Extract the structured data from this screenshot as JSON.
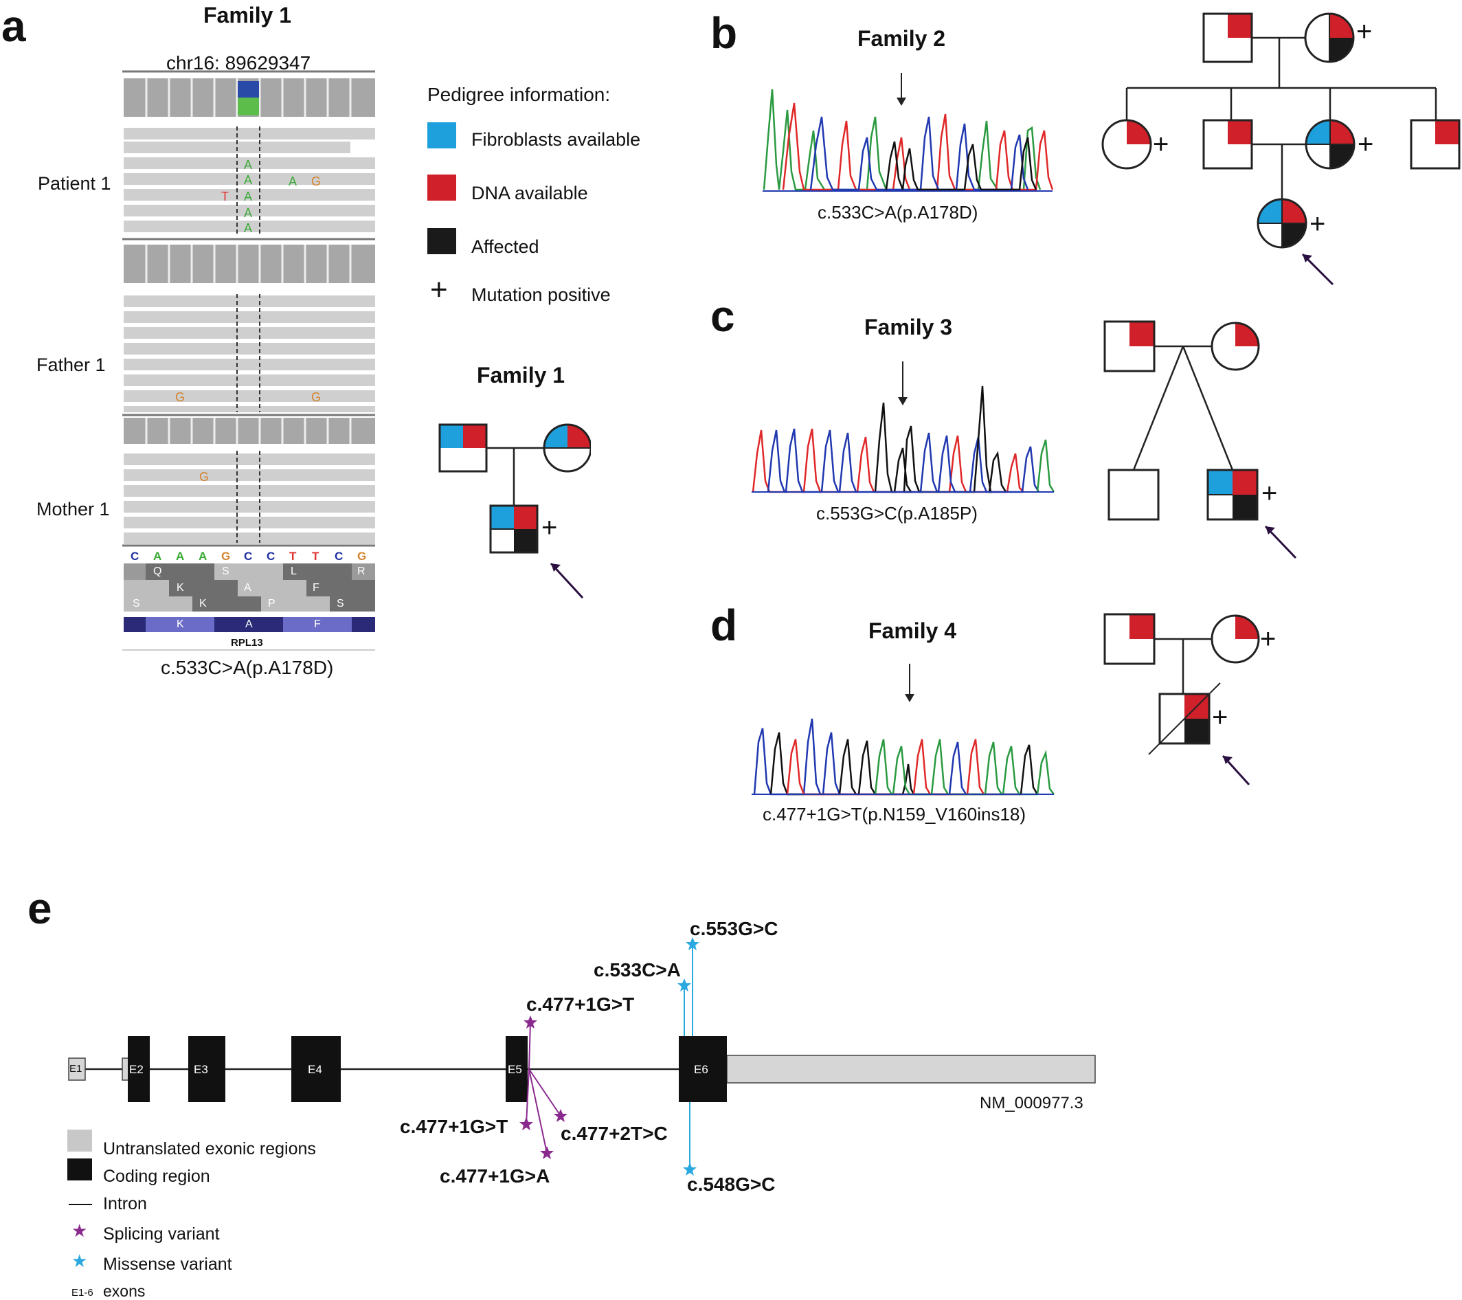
{
  "panel_labels": {
    "a": "a",
    "b": "b",
    "c": "c",
    "d": "d",
    "e": "e"
  },
  "panel_a": {
    "title": "Family 1",
    "locus": "chr16: 89629347",
    "rows": {
      "patient": "Patient 1",
      "father": "Father 1",
      "mother": "Mother 1"
    },
    "patient_bases": [
      {
        "b": "A",
        "c": "#3aaa35"
      },
      {
        "b": "A",
        "c": "#3aaa35"
      },
      {
        "b": "A",
        "c": "#3aaa35"
      },
      {
        "b": "A",
        "c": "#3aaa35"
      },
      {
        "b": "A",
        "c": "#3aaa35"
      },
      {
        "b": "A",
        "c": "#3aaa35"
      },
      {
        "b": "G",
        "c": "#d4842f"
      },
      {
        "b": "T",
        "c": "#e03030"
      }
    ],
    "father_bases": [
      {
        "b": "G",
        "c": "#d4842f"
      },
      {
        "b": "G",
        "c": "#d4842f"
      }
    ],
    "mother_bases": [
      {
        "b": "G",
        "c": "#d4842f"
      }
    ],
    "sequence": [
      {
        "b": "C",
        "c": "#2030a0"
      },
      {
        "b": "A",
        "c": "#3aaa35"
      },
      {
        "b": "A",
        "c": "#3aaa35"
      },
      {
        "b": "A",
        "c": "#3aaa35"
      },
      {
        "b": "G",
        "c": "#d4842f"
      },
      {
        "b": "C",
        "c": "#2030a0"
      },
      {
        "b": "C",
        "c": "#2030a0"
      },
      {
        "b": "T",
        "c": "#e03030"
      },
      {
        "b": "T",
        "c": "#e03030"
      },
      {
        "b": "C",
        "c": "#2030a0"
      },
      {
        "b": "G",
        "c": "#d4842f"
      }
    ],
    "aa_frame1": [
      "Q",
      "S",
      "L",
      "R"
    ],
    "aa_frame2": [
      "K",
      "A",
      "F"
    ],
    "aa_frame3": [
      "S",
      "K",
      "P",
      "S"
    ],
    "protein_track": [
      "K",
      "A",
      "F"
    ],
    "gene": "RPL13",
    "caption": "c.533C>A(p.A178D)"
  },
  "legend": {
    "title": "Pedigree information:",
    "items": [
      {
        "label": "Fibroblasts available",
        "color": "#1ea0dc"
      },
      {
        "label": "DNA available",
        "color": "#d0202a"
      },
      {
        "label": "Affected",
        "color": "#1a1a1a"
      },
      {
        "label": "Mutation positive",
        "symbol": "+"
      }
    ]
  },
  "family1_pedigree": {
    "title": "Family 1",
    "plus": "+"
  },
  "panel_b": {
    "title": "Family 2",
    "caption": "c.533C>A(p.A178D)",
    "plus": "+"
  },
  "panel_c": {
    "title": "Family 3",
    "caption": "c.553G>C(p.A185P)",
    "plus": "+"
  },
  "panel_d": {
    "title": "Family 4",
    "caption": "c.477+1G>T(p.N159_V160ins18)",
    "plus": "+"
  },
  "panel_e": {
    "exons": [
      "E1",
      "E2",
      "E3",
      "E4",
      "E5",
      "E6"
    ],
    "transcript": "NM_000977.3",
    "splice_variants": [
      "c.477+1G>T",
      "c.477+1G>T",
      "c.477+2T>C",
      "c.477+1G>A"
    ],
    "missense_variants": [
      "c.553G>C",
      "c.533C>A",
      "c.548G>C"
    ],
    "splice_color": "#8a2a8e",
    "missense_color": "#2ba8e0",
    "legend": [
      {
        "label": "Untranslated exonic regions"
      },
      {
        "label": "Coding region"
      },
      {
        "label": "Intron"
      },
      {
        "label": "Splicing variant"
      },
      {
        "label": "Missense variant"
      }
    ],
    "exons_note_small": "E1-6",
    "exons_note": "exons"
  }
}
